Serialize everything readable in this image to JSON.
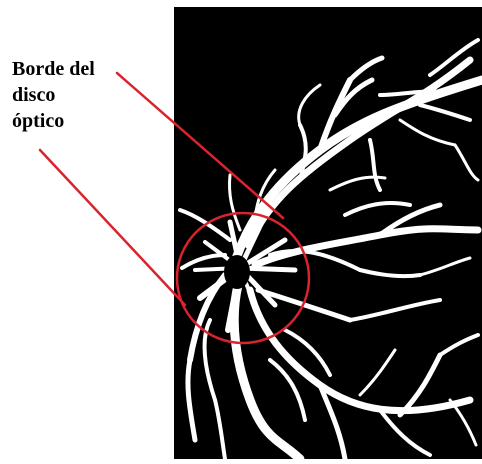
{
  "annotation": {
    "lines": [
      "Borde del",
      "disco",
      "óptico"
    ]
  },
  "colors": {
    "background": "#000000",
    "vessels": "#ffffff",
    "annotation": "#d9232d",
    "text": "#000000"
  }
}
